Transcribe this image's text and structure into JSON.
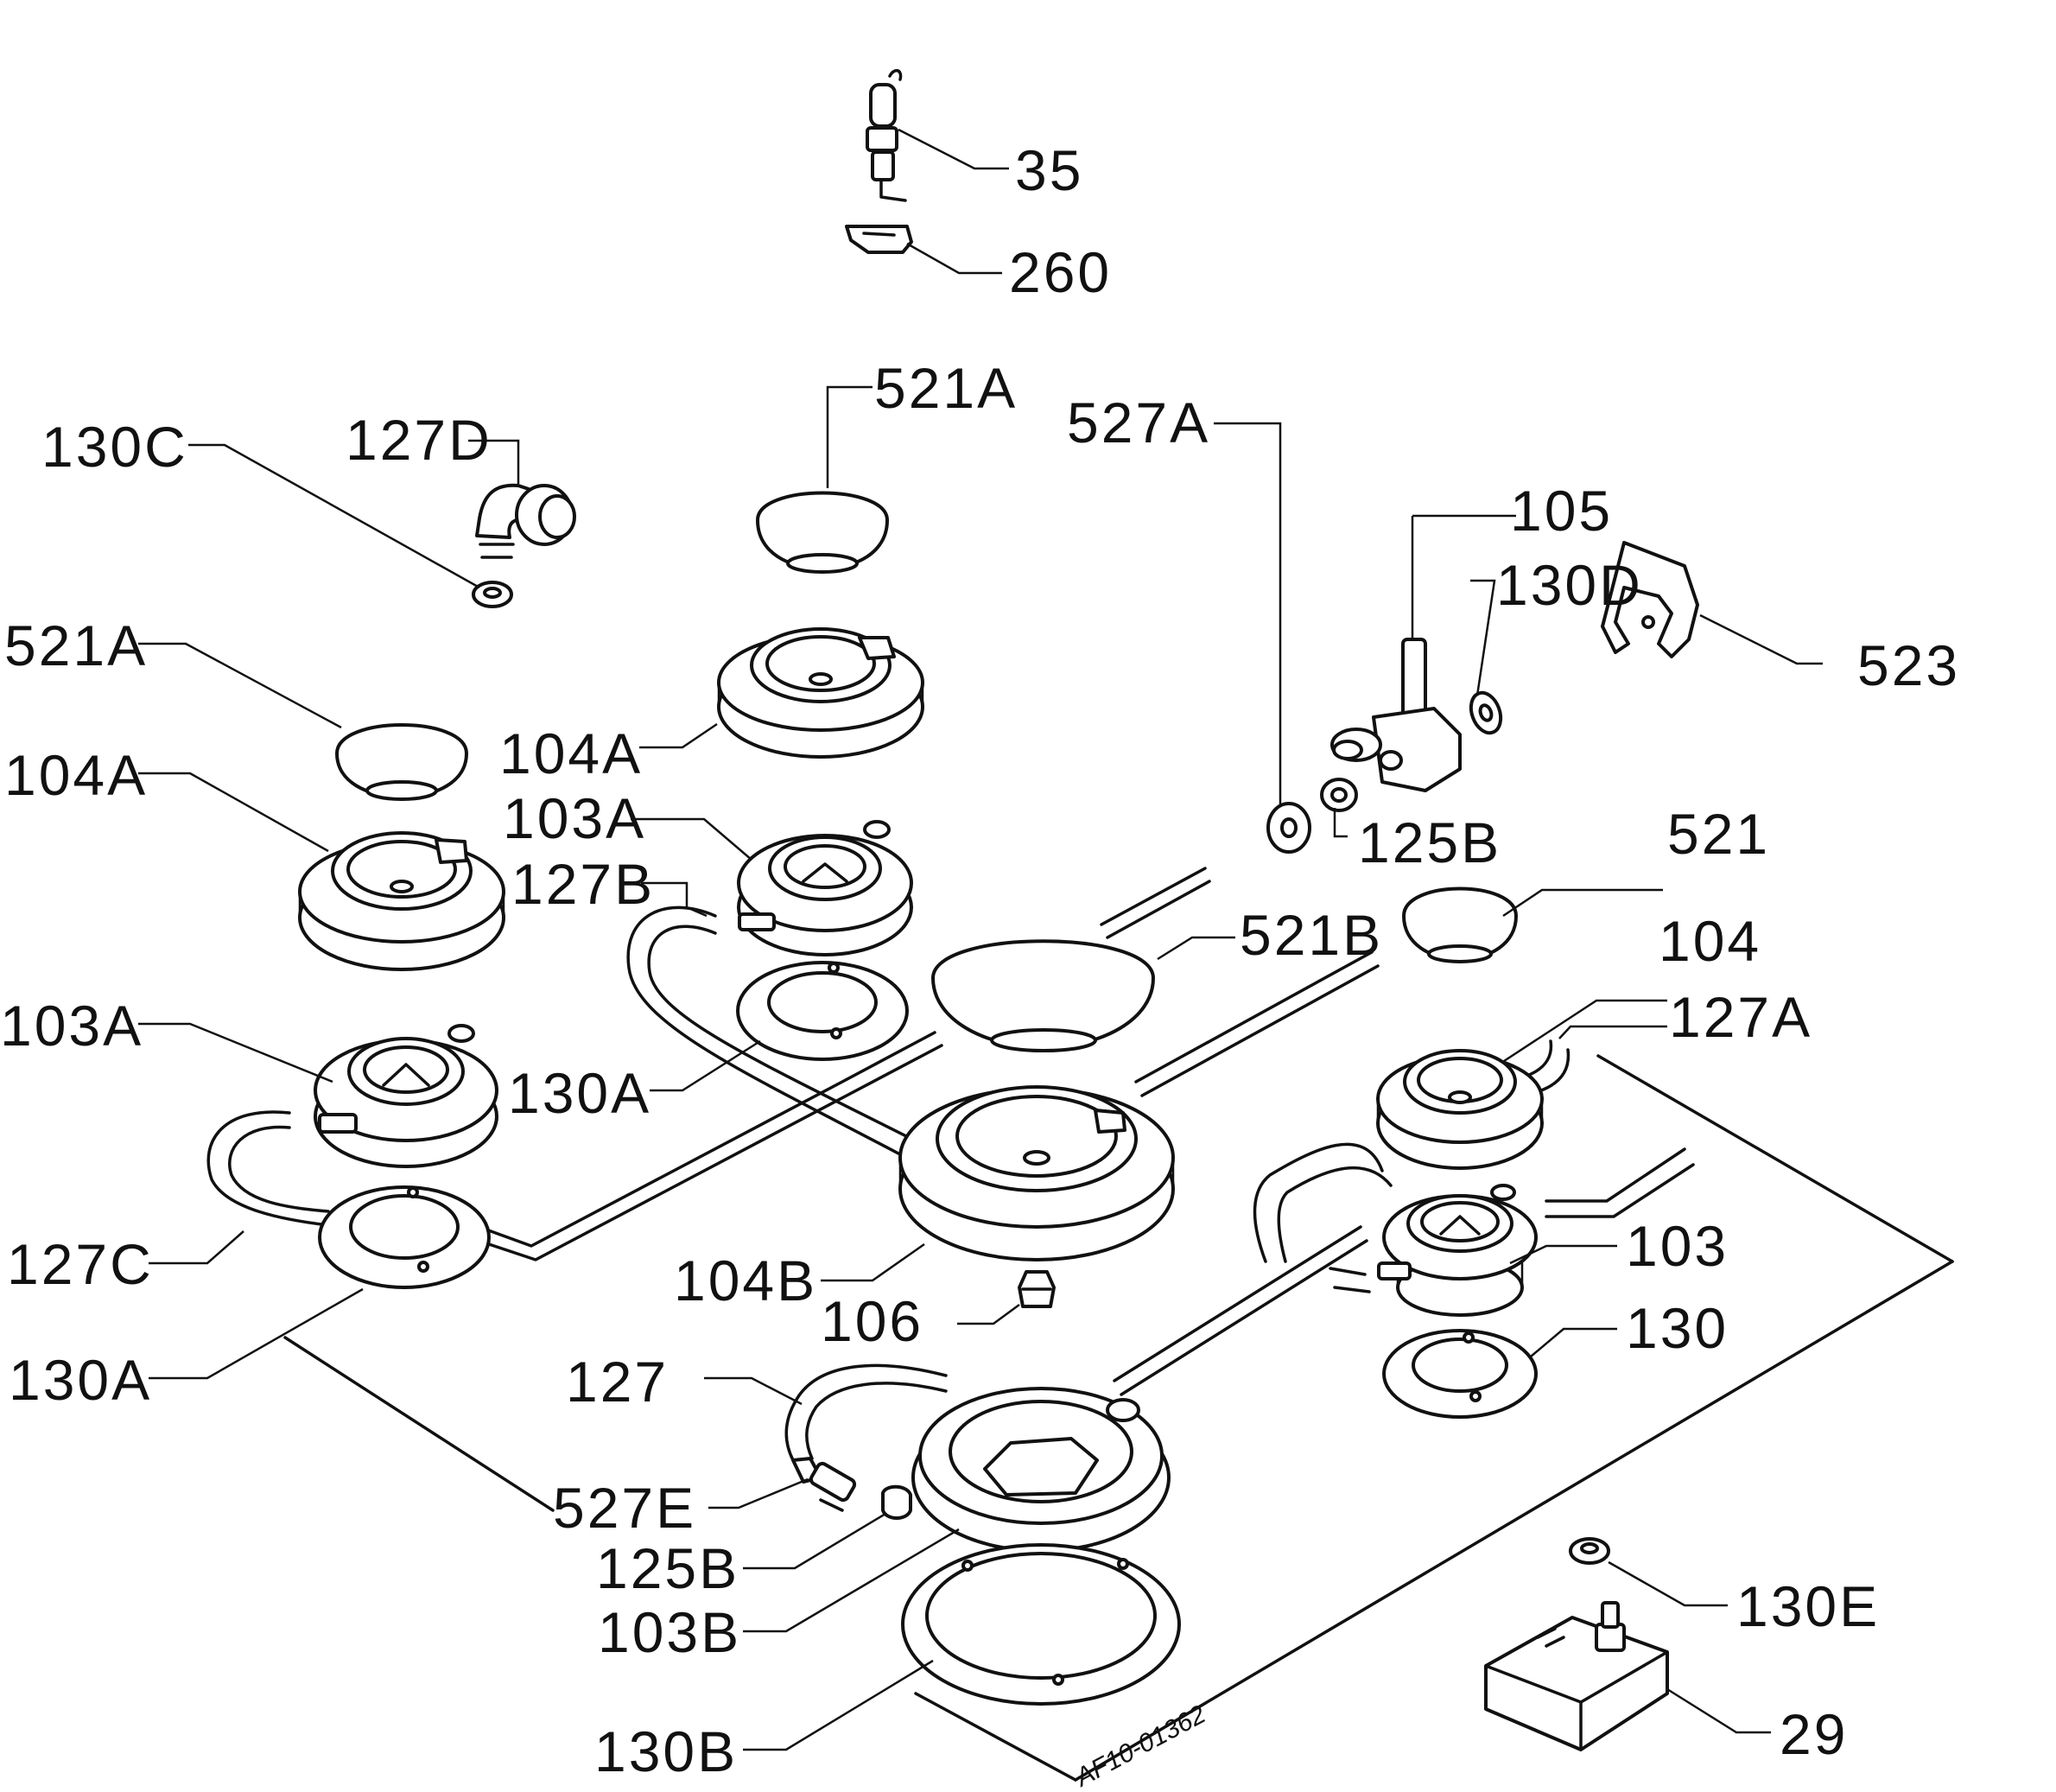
{
  "diagram": {
    "code": "AF10-01362",
    "labels": {
      "l35": "35",
      "l260": "260",
      "l521A_top": "521A",
      "l527A": "527A",
      "l130C": "130C",
      "l127D": "127D",
      "l105": "105",
      "l130D": "130D",
      "l523": "523",
      "l521A_left": "521A",
      "l104A_center": "104A",
      "l104A_left": "104A",
      "l103A_center": "103A",
      "l125B_top": "125B",
      "l521": "521",
      "l127B": "127B",
      "l521B": "521B",
      "l104": "104",
      "l127A": "127A",
      "l103A_left": "103A",
      "l130A_center": "130A",
      "l127C": "127C",
      "l104B": "104B",
      "l103": "103",
      "l106": "106",
      "l130": "130",
      "l130A_left": "130A",
      "l127": "127",
      "l527E": "527E",
      "l125B_bottom": "125B",
      "l130E": "130E",
      "l103B": "103B",
      "l29": "29",
      "l130B": "130B"
    }
  }
}
